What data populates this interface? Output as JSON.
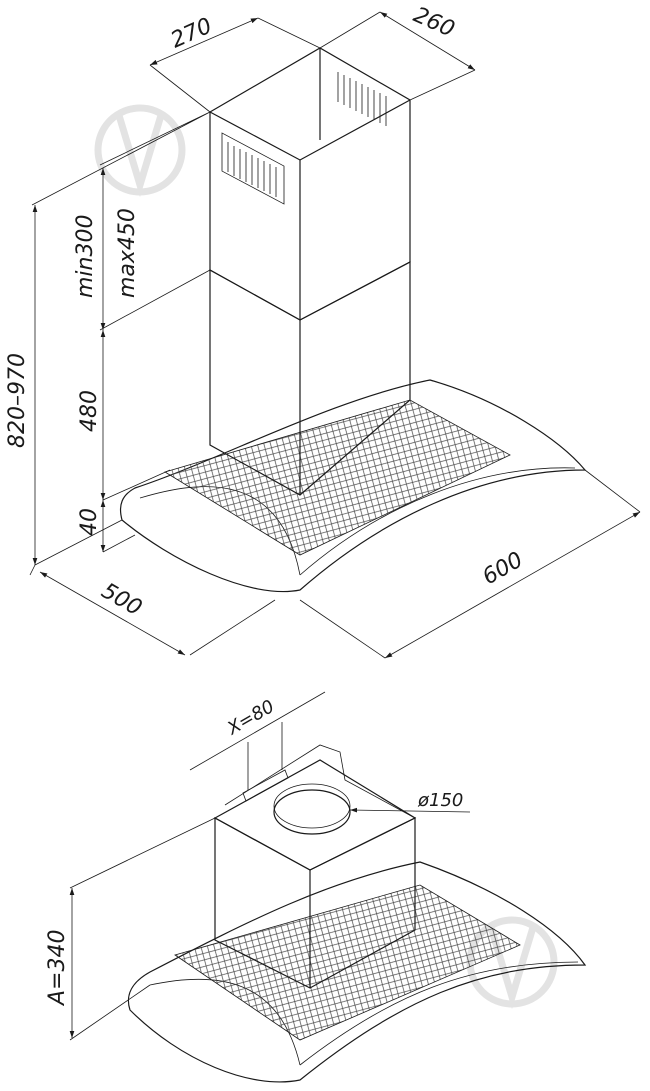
{
  "drawing": {
    "top_view": {
      "dim_chimney_width": "270",
      "dim_chimney_depth": "260",
      "dim_total_height": "820–970",
      "dim_chimney_min": "min300",
      "dim_chimney_max": "max450",
      "dim_lower_chimney": "480",
      "dim_canopy_height": "40",
      "dim_depth": "500",
      "dim_width": "600"
    },
    "bottom_view": {
      "dim_outlet_offset": "X=80",
      "dim_outlet_diameter": "ø150",
      "dim_height_a": "A=340"
    }
  },
  "colors": {
    "line": "#1a1a1a",
    "watermark": "#e3e3e3"
  }
}
